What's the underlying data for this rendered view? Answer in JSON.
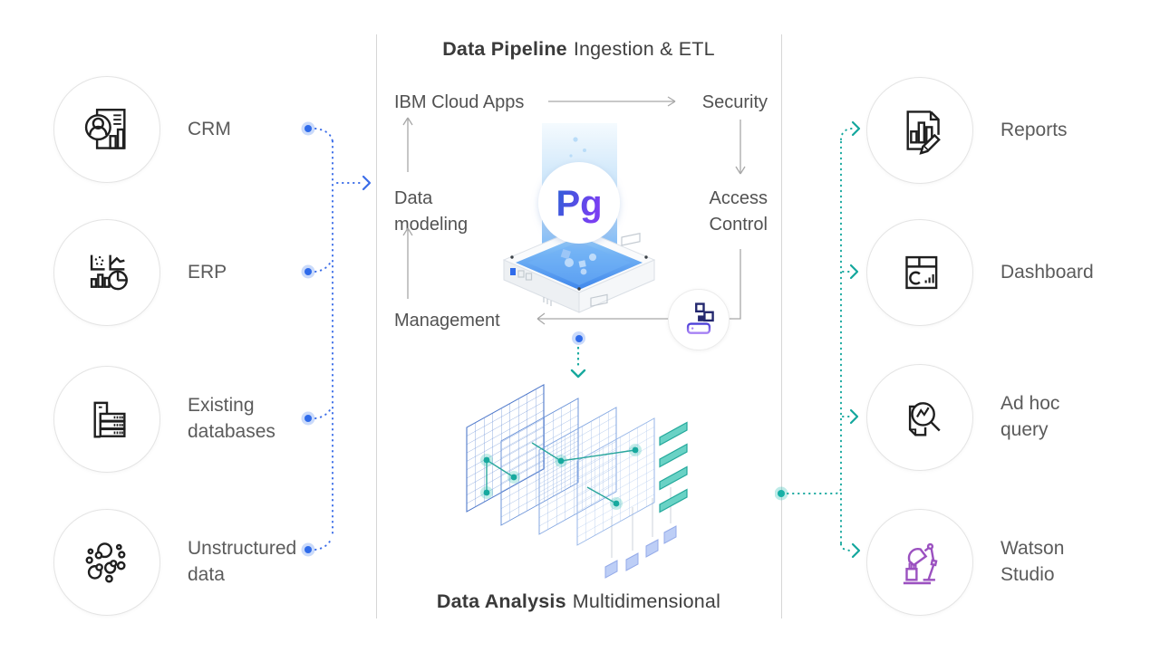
{
  "pipeline": {
    "title_bold": "Data Pipeline",
    "title_regular": "Ingestion & ETL",
    "cloud_apps": "IBM Cloud Apps",
    "security": "Security",
    "data_modeling": "Data\nmodeling",
    "access_control": "Access\nControl",
    "management": "Management",
    "database_badge": "Pg"
  },
  "analysis": {
    "title_bold": "Data Analysis",
    "title_regular": "Multidimensional"
  },
  "sources": [
    {
      "label": "CRM",
      "icon": "crm-icon"
    },
    {
      "label": "ERP",
      "icon": "erp-icon"
    },
    {
      "label": "Existing\ndatabases",
      "icon": "databases-icon"
    },
    {
      "label": "Unstructured\ndata",
      "icon": "unstructured-data-icon"
    }
  ],
  "outputs": [
    {
      "label": "Reports",
      "icon": "reports-icon"
    },
    {
      "label": "Dashboard",
      "icon": "dashboard-icon"
    },
    {
      "label": "Ad hoc\nquery",
      "icon": "ad-hoc-query-icon"
    },
    {
      "label": "Watson\nStudio",
      "icon": "watson-studio-icon"
    }
  ],
  "colors": {
    "source_connector_blue": "#3b6de8",
    "output_connector_teal": "#14a79d",
    "badge_gradient_start": "#2c5fd6",
    "badge_gradient_end": "#7a3ff2",
    "watson_purple": "#9b51c0",
    "grid_node_teal": "#17a99e"
  }
}
